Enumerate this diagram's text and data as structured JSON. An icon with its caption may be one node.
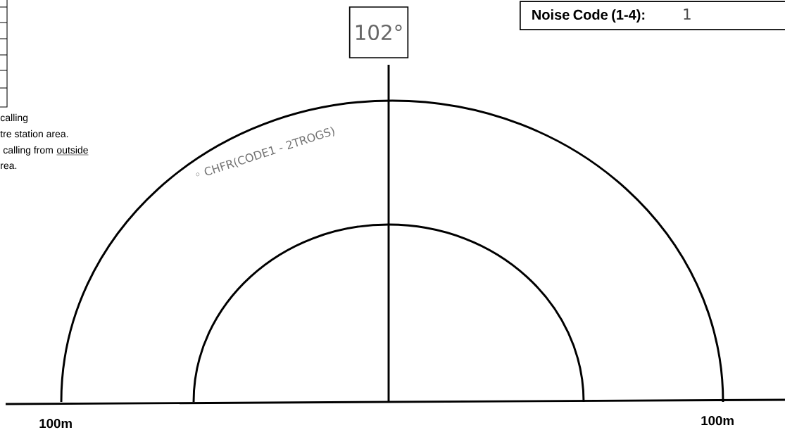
{
  "diagram": {
    "nodes": [
      {
        "text": [
          "Noise Code (1-4):",
          "1"
        ]
      },
      {
        "text": [
          "102°"
        ]
      }
    ],
    "labels": [
      "calling",
      "tre station area.",
      "calling from",
      "outside",
      "rea.",
      "◦ CHFR(CODE1 - 2TROGS)",
      "100m",
      "100m"
    ]
  }
}
